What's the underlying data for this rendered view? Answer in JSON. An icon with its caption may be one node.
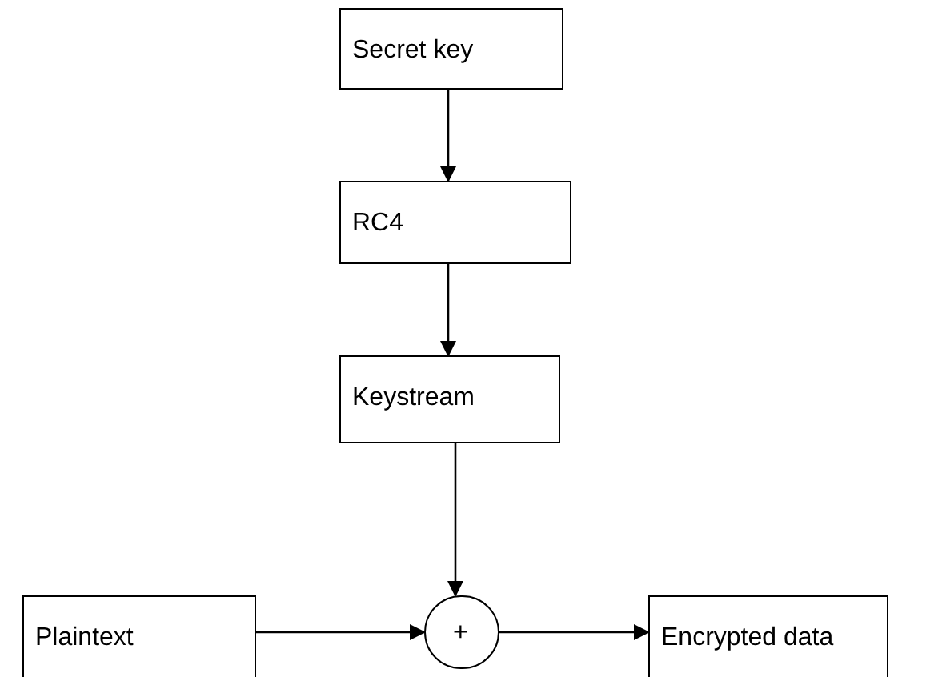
{
  "diagram": {
    "nodes": [
      {
        "text": [
          "Secret key"
        ]
      },
      {
        "text": [
          "RC4"
        ]
      },
      {
        "text": [
          "Keystream"
        ]
      },
      {
        "text": [],
        "shape": "circle"
      },
      {
        "text": [
          "Plaintext"
        ]
      },
      {
        "text": [
          "Encrypted data"
        ]
      }
    ],
    "edges": [
      {
        "from": 0,
        "to": 1,
        "arrow": "to"
      },
      {
        "from": 1,
        "to": 2,
        "arrow": "to"
      },
      {
        "from": 2,
        "to": 3,
        "arrow": "to"
      },
      {
        "from": 4,
        "to": 3,
        "arrow": "to"
      },
      {
        "from": 3,
        "to": 5,
        "arrow": "to"
      }
    ],
    "labels": [
      "+"
    ]
  }
}
